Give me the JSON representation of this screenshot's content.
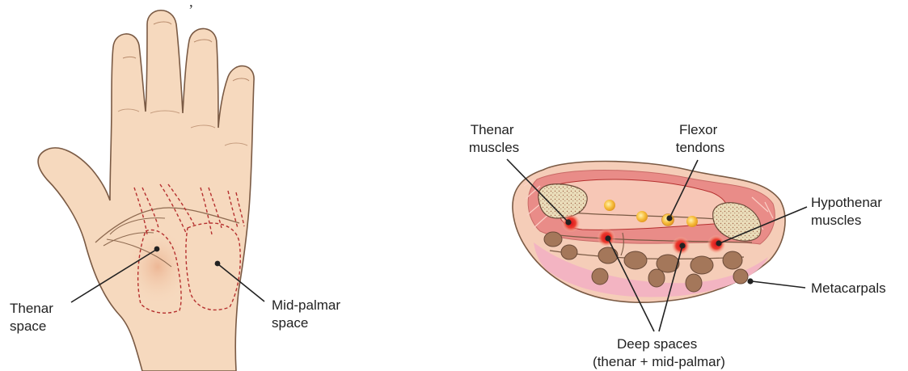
{
  "top_caption_fragment": ", ",
  "left_figure": {
    "labels": {
      "thenar_space": [
        "Thenar",
        "space"
      ],
      "mid_palmar_space": [
        "Mid-palmar",
        "space"
      ]
    }
  },
  "right_figure": {
    "labels": {
      "thenar_muscles": [
        "Thenar",
        "muscles"
      ],
      "flexor_tendons": [
        "Flexor",
        "tendons"
      ],
      "hypothenar_muscles": [
        "Hypothenar",
        "muscles"
      ],
      "metacarpals": [
        "Metacarpals"
      ],
      "deep_spaces": [
        "Deep spaces",
        "(thenar + mid-palmar)"
      ]
    }
  },
  "colors": {
    "skin": "#F6D9BE",
    "skin_outline": "#7A5A44",
    "space_outline": "#B5302F",
    "muscle": "#E58B86",
    "tendon": "#F4B83A",
    "bone": "#E8DAB8",
    "metacarpal": "#A4775A",
    "deep_space": "#E53B2C",
    "skin_band": "#F3B4C2"
  }
}
